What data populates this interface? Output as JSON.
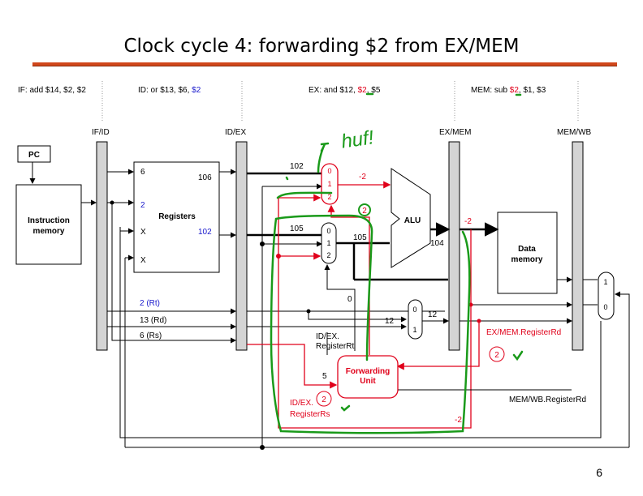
{
  "title": "Clock cycle 4: forwarding $2 from EX/MEM",
  "page_number": "6",
  "stages": {
    "if": "IF: add $14, $2, $2",
    "id_prefix": "ID: or $13, $6, ",
    "id_reg": "$2",
    "ex_prefix": "EX: and $12, ",
    "ex_reg": "$2",
    "ex_suffix": ", $5",
    "mem_prefix": "MEM: sub ",
    "mem_reg": "$2",
    "mem_suffix": ", $1, $3"
  },
  "registers_bars": {
    "if_id": "IF/ID",
    "id_ex": "ID/EX",
    "ex_mem": "EX/MEM",
    "mem_wb": "MEM/WB"
  },
  "blocks": {
    "pc": "PC",
    "instruction_memory": "Instruction memory",
    "registers": "Registers",
    "alu": "ALU",
    "data_memory": "Data memory",
    "forwarding_unit": "Forwarding Unit"
  },
  "values": {
    "reg_in_1": "6",
    "reg_in_2": "2",
    "reg_in_3": "X",
    "reg_in_4": "X",
    "reg_out_1": "106",
    "reg_out_2": "102",
    "idex_out_1": "102",
    "idex_out_2": "105",
    "mux_out_b": "105",
    "alu_in_a": "-2",
    "alu_out": "104",
    "exmem_out": "-2",
    "fu_sel_b": "0",
    "rt": "2 (Rt)",
    "rd": "13 (Rd)",
    "rs": "6 (Rs)",
    "dest_12_in": "12",
    "dest_12_out": "12",
    "fu_rs_val": "5",
    "bottom_neg2": "-2",
    "ann_2_mux": "2",
    "ann_2_exmem": "2",
    "ann_2_rs": "2",
    "handwriting": "huf!"
  },
  "mux_labels": {
    "a": [
      "0",
      "1",
      "2"
    ],
    "b": [
      "0",
      "1",
      "2"
    ],
    "dest": [
      "0",
      "1"
    ],
    "wb": [
      "1",
      "0"
    ]
  },
  "signals": {
    "idex_register_rt": "ID/EX.\nRegisterRt",
    "idex_register_rs": "ID/EX.\nRegisterRs",
    "exmem_register_rd": "EX/MEM.RegisterRd",
    "memwb_register_rd": "MEM/WB.RegisterRd"
  },
  "colors": {
    "highlight_red": "#e0001a",
    "handwriting_green": "#1a9a1a",
    "title_rule": "#d0471b",
    "id_blue": "#1a1acc"
  }
}
